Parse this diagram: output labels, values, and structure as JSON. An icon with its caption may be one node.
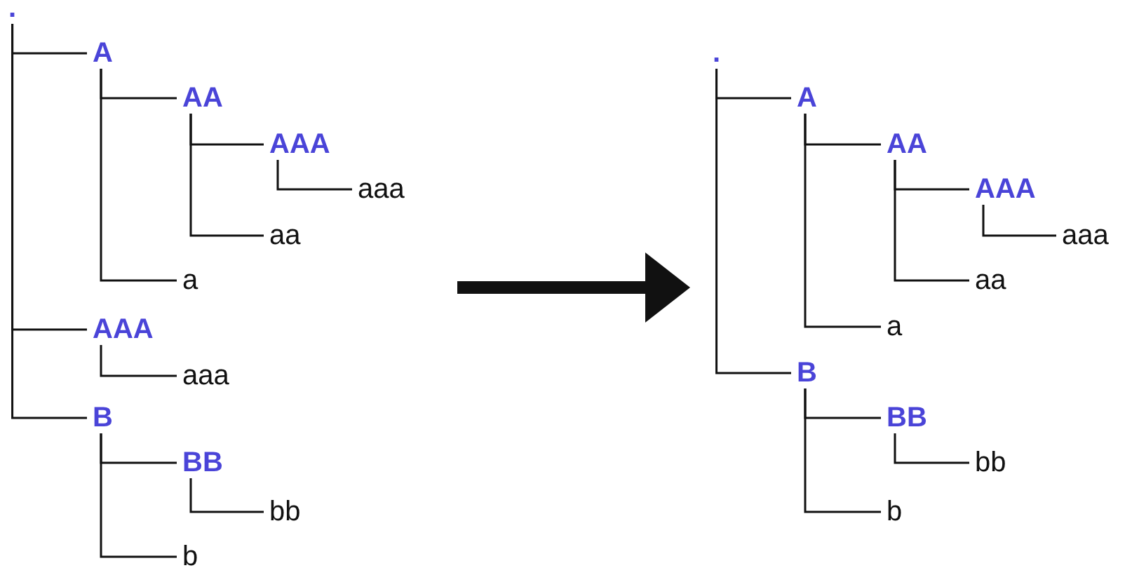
{
  "diagram": {
    "nodes": [
      {
        "text": [
          "."
        ]
      },
      {
        "text": [
          "A"
        ]
      },
      {
        "text": [
          "AA"
        ]
      },
      {
        "text": [
          "AAA"
        ]
      },
      {
        "text": [
          "aaa"
        ]
      },
      {
        "text": [
          "aa"
        ]
      },
      {
        "text": [
          "a"
        ]
      },
      {
        "text": [
          "AAA"
        ]
      },
      {
        "text": [
          "aaa"
        ]
      },
      {
        "text": [
          "B"
        ]
      },
      {
        "text": [
          "BB"
        ]
      },
      {
        "text": [
          "bb"
        ]
      },
      {
        "text": [
          "b"
        ]
      },
      {
        "text": [
          "."
        ]
      },
      {
        "text": [
          "A"
        ]
      },
      {
        "text": [
          "AA"
        ]
      },
      {
        "text": [
          "AAA"
        ]
      },
      {
        "text": [
          "aaa"
        ]
      },
      {
        "text": [
          "aa"
        ]
      },
      {
        "text": [
          "a"
        ]
      },
      {
        "text": [
          "B"
        ]
      },
      {
        "text": [
          "BB"
        ]
      },
      {
        "text": [
          "bb"
        ]
      },
      {
        "text": [
          "b"
        ]
      }
    ],
    "edges": [
      {
        "from": 0,
        "to": 1,
        "arrow": "none"
      },
      {
        "from": 1,
        "to": 2,
        "arrow": "none"
      },
      {
        "from": 2,
        "to": 3,
        "arrow": "none"
      },
      {
        "from": 3,
        "to": 4,
        "arrow": "none"
      },
      {
        "from": 2,
        "to": 5,
        "arrow": "none"
      },
      {
        "from": 1,
        "to": 6,
        "arrow": "none"
      },
      {
        "from": 0,
        "to": 7,
        "arrow": "none"
      },
      {
        "from": 7,
        "to": 8,
        "arrow": "none"
      },
      {
        "from": 0,
        "to": 9,
        "arrow": "none"
      },
      {
        "from": 9,
        "to": 10,
        "arrow": "none"
      },
      {
        "from": 10,
        "to": 11,
        "arrow": "none"
      },
      {
        "from": 9,
        "to": 12,
        "arrow": "none"
      },
      {
        "from": 13,
        "to": 14,
        "arrow": "none"
      },
      {
        "from": 14,
        "to": 15,
        "arrow": "none"
      },
      {
        "from": 15,
        "to": 16,
        "arrow": "none"
      },
      {
        "from": 16,
        "to": 17,
        "arrow": "none"
      },
      {
        "from": 15,
        "to": 18,
        "arrow": "none"
      },
      {
        "from": 14,
        "to": 19,
        "arrow": "none"
      },
      {
        "from": 13,
        "to": 20,
        "arrow": "none"
      },
      {
        "from": 20,
        "to": 21,
        "arrow": "none"
      },
      {
        "from": 21,
        "to": 22,
        "arrow": "none"
      },
      {
        "from": 20,
        "to": 23,
        "arrow": "none"
      }
    ]
  }
}
